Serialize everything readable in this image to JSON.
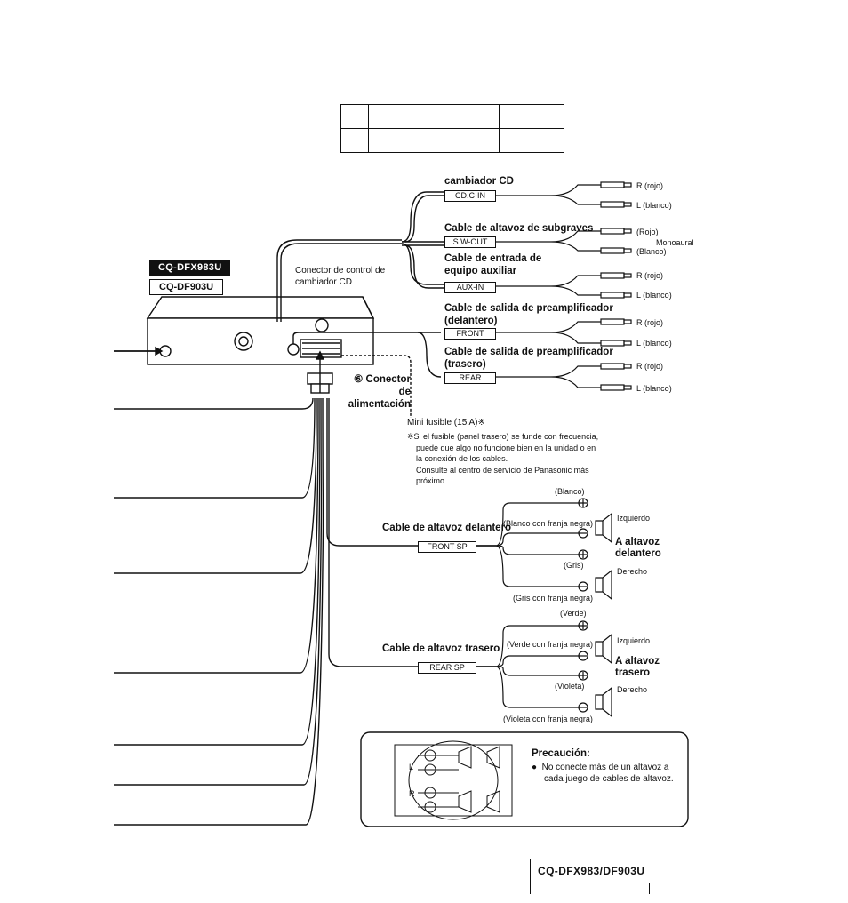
{
  "header_table": {
    "rows": 2,
    "cols": 3
  },
  "models": {
    "dark": "CQ-DFX983U",
    "light": "CQ-DF903U"
  },
  "labels": {
    "cd_control": [
      "Conector de control de",
      "cambiador CD"
    ],
    "cd_changer": "cambiador CD",
    "subwoofer": "Cable de altavoz de subgraves",
    "aux": [
      "Cable de entrada de",
      "equipo auxiliar"
    ],
    "pre_front": [
      "Cable de salida de preamplificador",
      "(delantero)"
    ],
    "pre_rear": [
      "Cable de salida de preamplificador",
      "(trasero)"
    ],
    "power_num": "⑥",
    "power": [
      "Conector de",
      "alimentación"
    ],
    "fuse": "Mini fusible (15 A)※",
    "fuse_note": [
      "※Si el fusible (panel trasero) se funde con frecuencia,",
      "puede que algo no funcione bien en la unidad o en",
      "la conexión de los cables.",
      "Consulte al centro de servicio de Panasonic más",
      "próximo."
    ],
    "front_sp_cable": "Cable de altavoz delantero",
    "rear_sp_cable": "Cable de altavoz trasero"
  },
  "connectors": {
    "cdc_in": "CD.C-IN",
    "sw_out": "S.W-OUT",
    "aux_in": "AUX-IN",
    "front": "FRONT",
    "rear": "REAR",
    "front_sp": "FRONT SP",
    "rear_sp": "REAR SP"
  },
  "rca": {
    "cd_r": "R (rojo)",
    "cd_l": "L (blanco)",
    "sw_r": "(Rojo)",
    "sw_mono": "Monoaural",
    "sw_l": "(Blanco)",
    "aux_r": "R (rojo)",
    "aux_l": "L (blanco)",
    "front_r": "R (rojo)",
    "front_l": "L (blanco)",
    "rear_r": "R (rojo)",
    "rear_l": "L (blanco)"
  },
  "front_speakers": {
    "w1": "(Blanco)",
    "w2": "(Blanco con franja negra)",
    "w3": "(Gris)",
    "w4": "(Gris con franja negra)",
    "left": "Izquierdo",
    "right": "Derecho",
    "to": [
      "A altavoz",
      "delantero"
    ]
  },
  "rear_speakers": {
    "w1": "(Verde)",
    "w2": "(Verde con franja negra)",
    "w3": "(Violeta)",
    "w4": "(Violeta con franja negra)",
    "left": "Izquierdo",
    "right": "Derecho",
    "to": [
      "A altavoz",
      "trasero"
    ]
  },
  "caution": {
    "title": "Precaución:",
    "bullet": "●",
    "text": [
      "No conecte más de un altavoz a",
      "cada juego de cables de altavoz."
    ],
    "l": "L",
    "r": "R"
  },
  "footer_model": "CQ-DFX983/DF903U"
}
